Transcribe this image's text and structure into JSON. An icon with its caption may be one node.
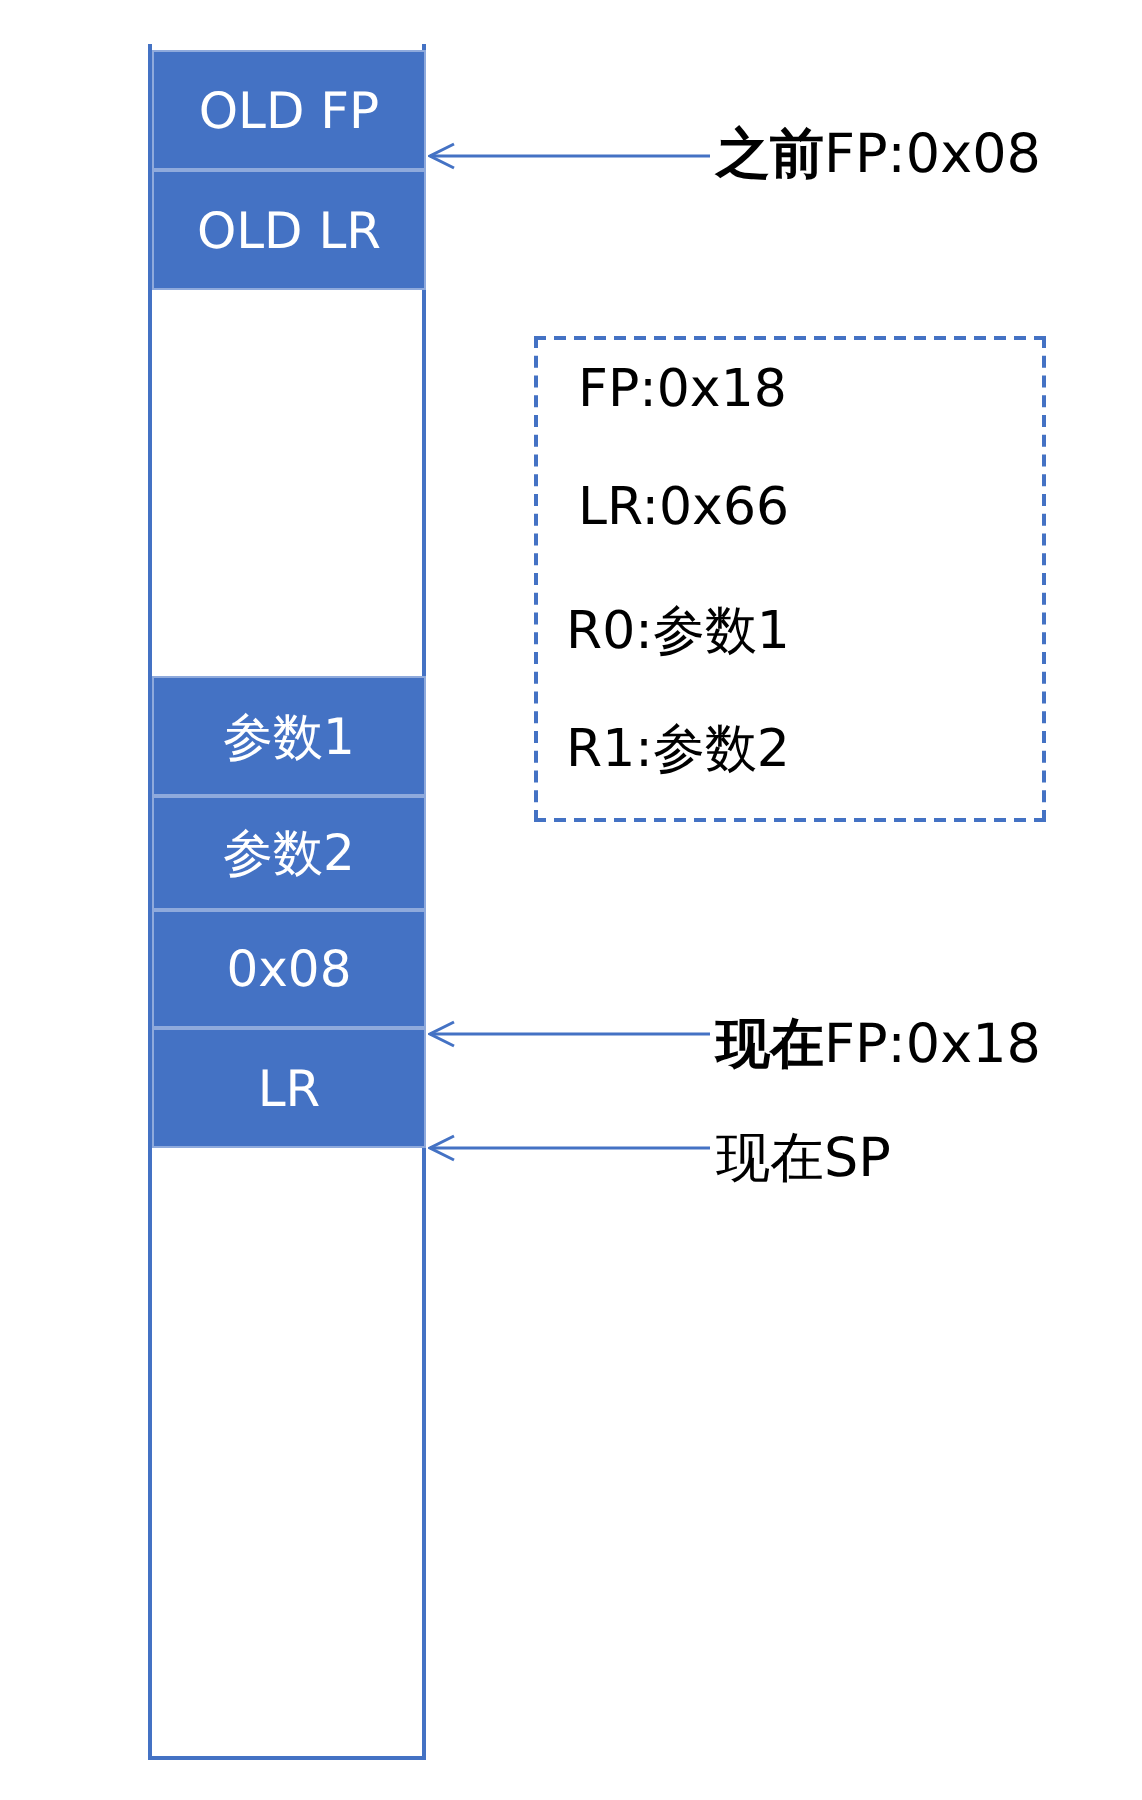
{
  "diagram": {
    "nodes": [
      {
        "text": [],
        "shape": "box"
      },
      {
        "text": [
          "OLD FP"
        ],
        "in": 0
      },
      {
        "text": [
          "OLD LR"
        ],
        "in": 0
      },
      {
        "text": [
          "参数1"
        ],
        "in": 0
      },
      {
        "text": [
          "参数2"
        ],
        "in": 0
      },
      {
        "text": [
          "0x08"
        ],
        "in": 0
      },
      {
        "text": [
          "LR"
        ],
        "in": 0
      },
      {
        "text": [
          "**之前**FP:0x08"
        ]
      },
      {
        "text": [
          "**现在**FP:0x18"
        ]
      },
      {
        "text": [
          "现在SP"
        ]
      },
      {
        "text": [
          "FP:0x18",
          "LR:0x66",
          "R0:参数1",
          "R1:参数2"
        ]
      }
    ],
    "edges": [
      {
        "from": 7,
        "to": 1,
        "arrow": "to"
      },
      {
        "from": 8,
        "to": 6,
        "arrow": "to"
      },
      {
        "from": 9,
        "to": 6,
        "arrow": "to"
      }
    ]
  }
}
